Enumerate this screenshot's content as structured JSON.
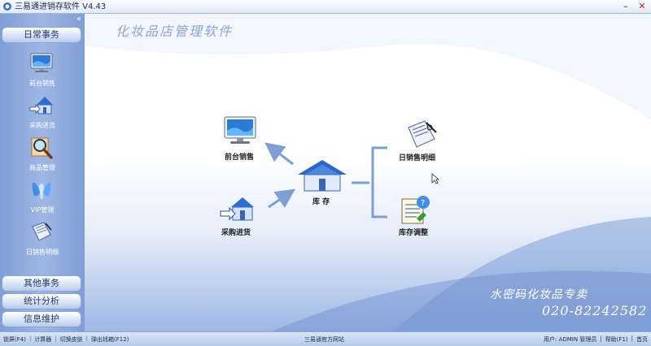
{
  "window": {
    "title": "三易通进销存软件 V4.43",
    "minimize_label": "–",
    "close_label": "✕"
  },
  "sidebar": {
    "collapse_label": "«",
    "sections": [
      {
        "label": "日常事务"
      },
      {
        "label": "其他事务"
      },
      {
        "label": "统计分析"
      },
      {
        "label": "信息维护"
      }
    ],
    "items": [
      {
        "label": "前台销售",
        "icon": "monitor-icon"
      },
      {
        "label": "采购进货",
        "icon": "house-arrow-icon"
      },
      {
        "label": "商品管理",
        "icon": "magnifier-icon"
      },
      {
        "label": "VIP管理",
        "icon": "vip-icon"
      },
      {
        "label": "日销售明细",
        "icon": "notepad-icon"
      }
    ]
  },
  "main": {
    "app_title": "化妆品店管理软件",
    "diagram": {
      "front_sales": "前台销售",
      "purchase": "采购进货",
      "inventory": "库 存",
      "daily_detail": "日销售明细",
      "stock_adjust": "库存调整"
    },
    "watermark_line1": "水密码化妆品专卖",
    "watermark_line2": "020-82242582"
  },
  "statusbar": {
    "left_items": [
      "锁屏(F4)",
      "计算器",
      "切换皮肤",
      "弹出钱箱(F12)"
    ],
    "center": "三易通官方网站",
    "user_label": "用户: ADMIN 管理员",
    "help_label": "帮助(F1)",
    "home_label": "首页"
  },
  "colors": {
    "sidebar": "#8aa6dc",
    "accent": "#8da6d5",
    "status_bar": "#c9d8f1"
  }
}
